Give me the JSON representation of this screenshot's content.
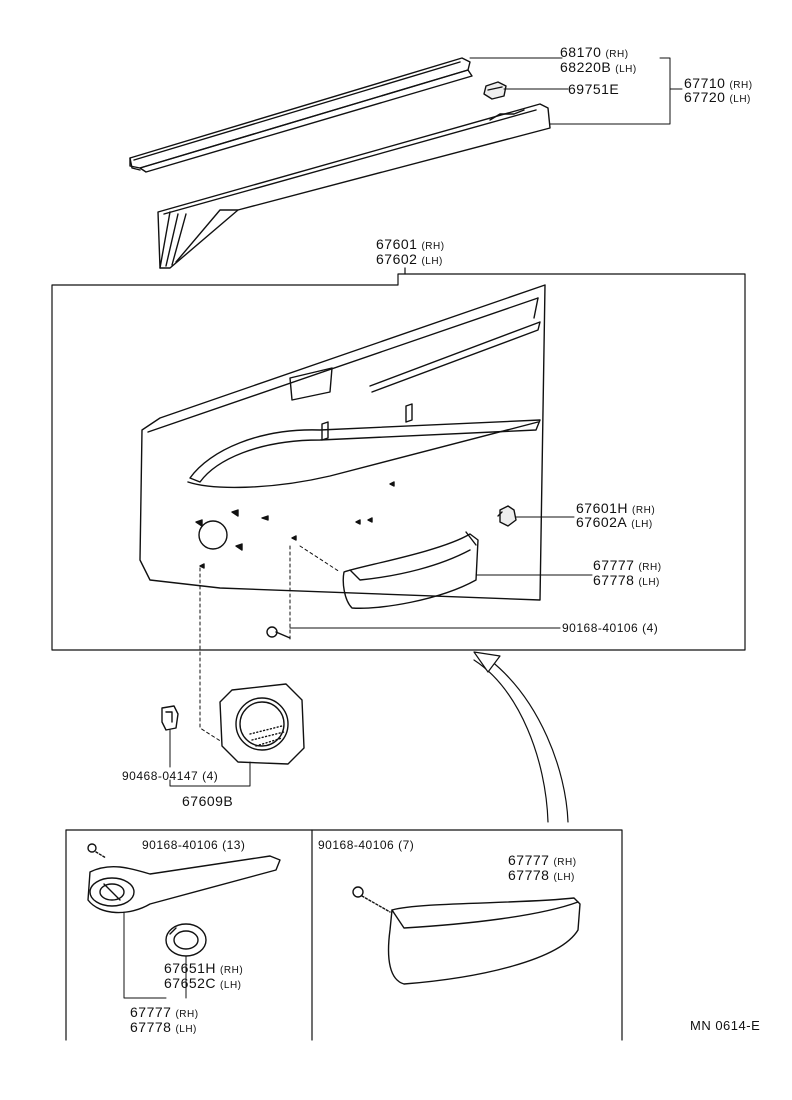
{
  "labels": {
    "l68170": {
      "num": "68170",
      "side": "(RH)"
    },
    "l68220b": {
      "num": "68220B",
      "side": "(LH)"
    },
    "l67710": {
      "num": "67710",
      "side": "(RH)"
    },
    "l67720": {
      "num": "67720",
      "side": "(LH)"
    },
    "l69751e": {
      "num": "69751E"
    },
    "l67601": {
      "num": "67601",
      "side": "(RH)"
    },
    "l67602": {
      "num": "67602",
      "side": "(LH)"
    },
    "l67601h": {
      "num": "67601H",
      "side": "(RH)"
    },
    "l67602a": {
      "num": "67602A",
      "side": "(LH)"
    },
    "l67777a": {
      "num": "67777",
      "side": "(RH)"
    },
    "l67778a": {
      "num": "67778",
      "side": "(LH)"
    },
    "l90168a": {
      "num": "90168-40106 (4)"
    },
    "l90468": {
      "num": "90468-04147  (4)"
    },
    "l67609b": {
      "num": "67609B"
    },
    "l90168b": {
      "num": "90168-40106 (13)"
    },
    "l67651h": {
      "num": "67651H",
      "side": "(RH)"
    },
    "l67652c": {
      "num": "67652C",
      "side": "(LH)"
    },
    "l67777b": {
      "num": "67777",
      "side": "(RH)"
    },
    "l67778b": {
      "num": "67778",
      "side": "(LH)"
    },
    "l90168c": {
      "num": "90168-40106 (7)"
    },
    "l67777c": {
      "num": "67777",
      "side": "(RH)"
    },
    "l67778c": {
      "num": "67778",
      "side": "(LH)"
    }
  },
  "reference_code": "MN 0614-E"
}
